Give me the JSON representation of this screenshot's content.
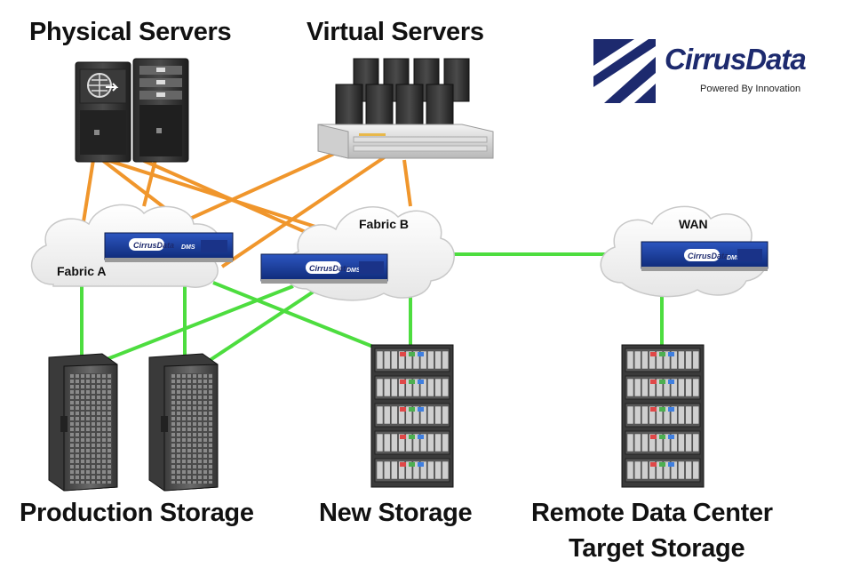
{
  "labels": {
    "physical_servers": "Physical Servers",
    "virtual_servers": "Virtual Servers",
    "fabric_a": "Fabric A",
    "fabric_b": "Fabric B",
    "wan": "WAN",
    "production_storage": "Production Storage",
    "new_storage": "New Storage",
    "remote_line1": "Remote Data Center",
    "remote_line2": "Target Storage"
  },
  "logo": {
    "brand": "CirrusData",
    "tagline": "Powered By Innovation"
  },
  "appliance": {
    "brand": "CirrusData",
    "model": "DMS"
  },
  "colors": {
    "server_link": "#f0962c",
    "storage_link": "#4ddd3f",
    "logo_navy": "#1d2a6e",
    "appliance_blue": "#1d3f9a"
  }
}
